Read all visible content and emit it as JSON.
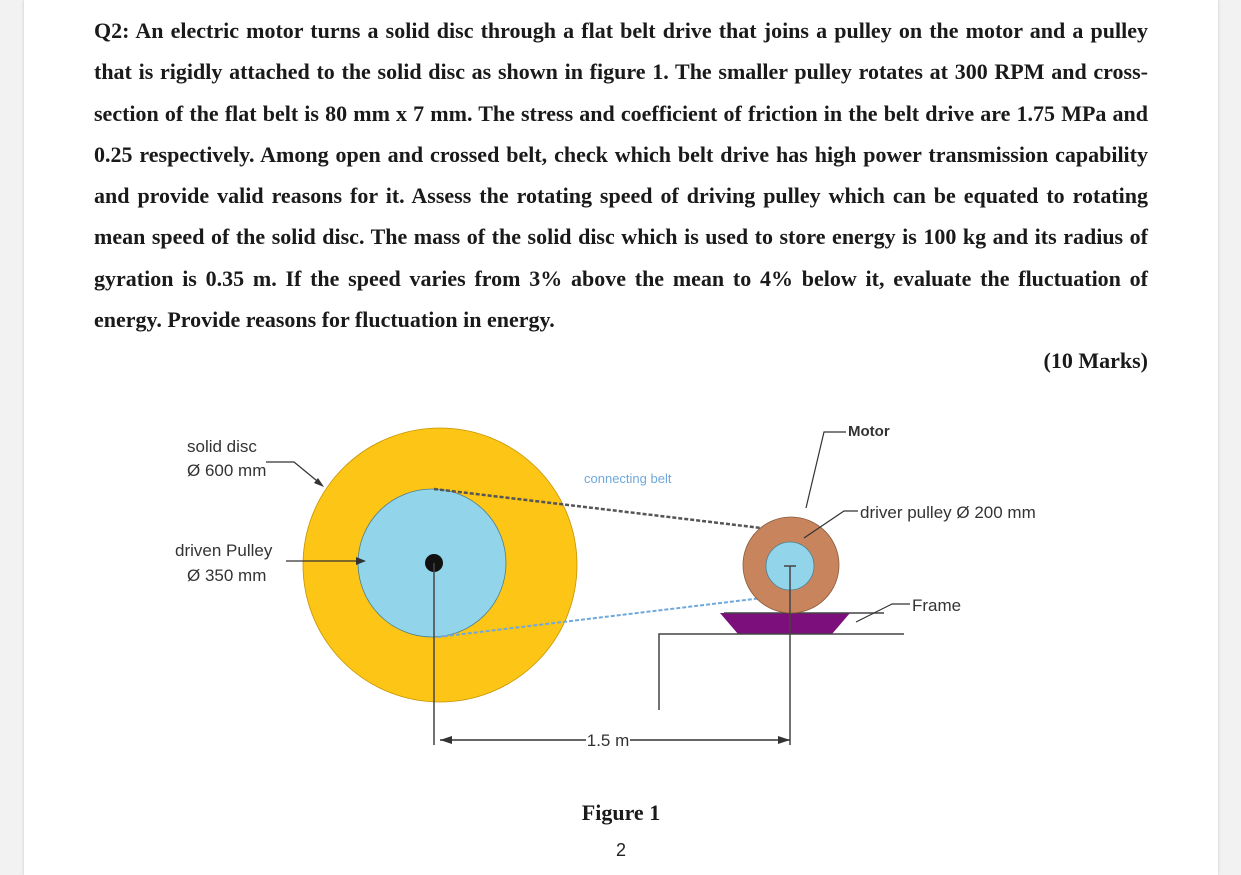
{
  "question": {
    "text": "Q2: An electric motor turns a solid disc through a flat belt drive that joins a pulley on the motor and a pulley that is rigidly attached to the solid disc as shown in figure 1. The smaller pulley rotates at 300 RPM and cross-section of the flat belt is 80 mm x 7 mm. The stress and coefficient of friction in the belt drive are 1.75 MPa and 0.25 respectively. Among open and crossed belt, check which belt drive has high power transmission capability and provide valid reasons for it. Assess the rotating speed of driving pulley which can be equated to rotating mean speed of the solid disc. The mass of the solid disc which is used to store energy is 100 kg and its radius of gyration is 0.35 m. If the speed varies from 3% above the mean to 4% below it, evaluate the fluctuation of energy. Provide reasons for fluctuation in energy.",
    "marks": "(10 Marks)"
  },
  "figure": {
    "solid_disc_label": "solid disc",
    "solid_disc_dia": "Ø 600 mm",
    "driven_pulley_label": "driven Pulley",
    "driven_pulley_dia": "Ø 350 mm",
    "belt_label": "connecting belt",
    "motor_label": "Motor",
    "driver_pulley_label": "driver pulley Ø 200 mm",
    "frame_label": "Frame",
    "distance_label": "1.5 m",
    "caption": "Figure 1",
    "colors": {
      "disc": "#fdc516",
      "pulley": "#92d5ea",
      "motor": "#c8855d",
      "frame": "#7d0f7d",
      "belt": "#6fa8dc"
    }
  },
  "page_number": "2"
}
